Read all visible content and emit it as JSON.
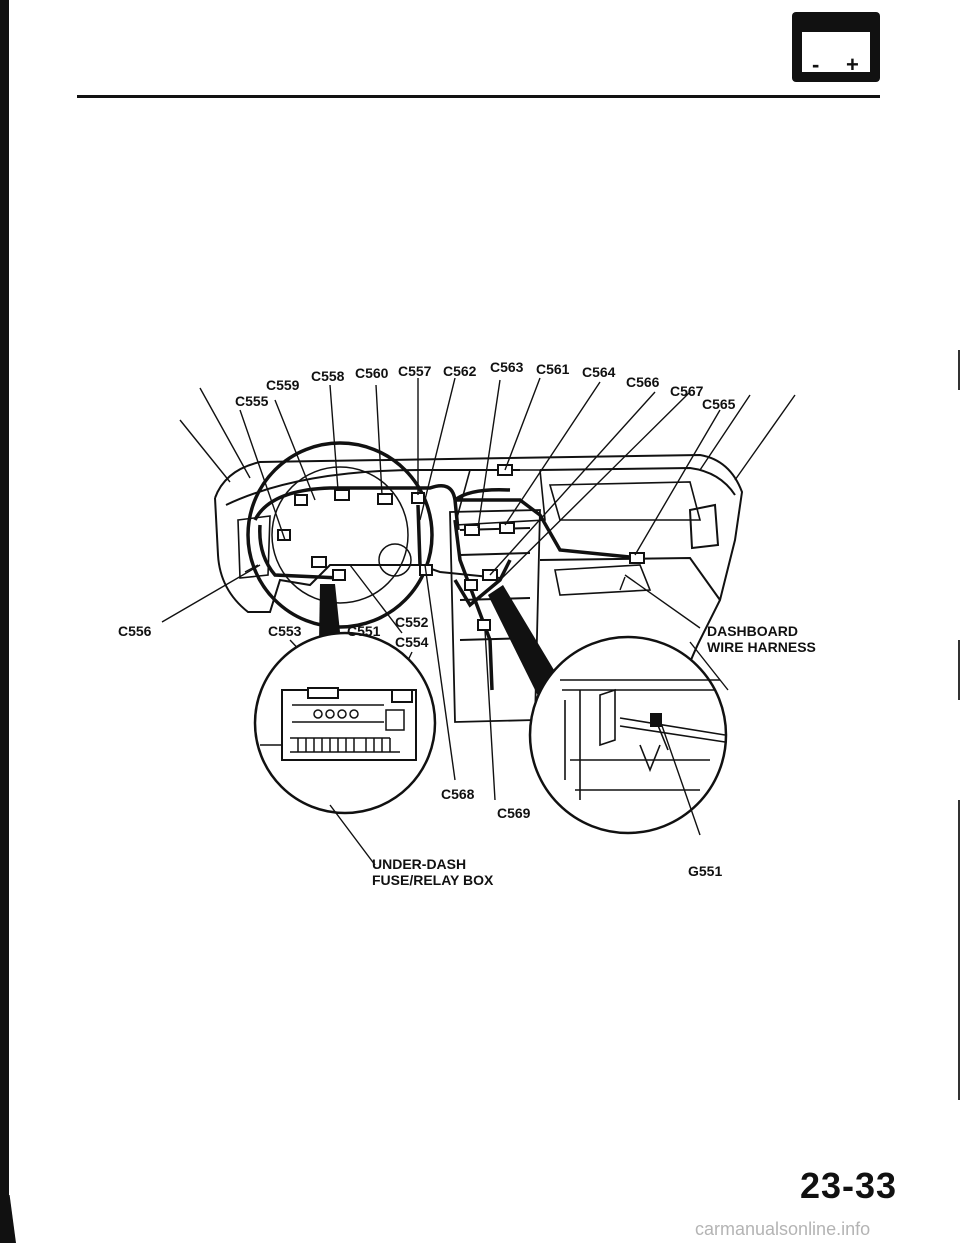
{
  "header": {
    "battery_icon_signs": [
      "-",
      "+"
    ]
  },
  "diagram": {
    "connectors_top": [
      "C557",
      "C562",
      "C560",
      "C563",
      "C558",
      "C561",
      "C559",
      "C564",
      "C566",
      "C555",
      "C567",
      "C565"
    ],
    "connectors_lower": [
      "C556",
      "C553",
      "C551",
      "C552",
      "C554",
      "C568",
      "C569"
    ],
    "harness_label_line1": "DASHBOARD",
    "harness_label_line2": "WIRE HARNESS",
    "fuse_box_label_line1": "UNDER-DASH",
    "fuse_box_label_line2": "FUSE/RELAY BOX",
    "ground_label": "G551"
  },
  "footer": {
    "page_number": "23-33",
    "watermark": "carmanualsonline.info"
  }
}
